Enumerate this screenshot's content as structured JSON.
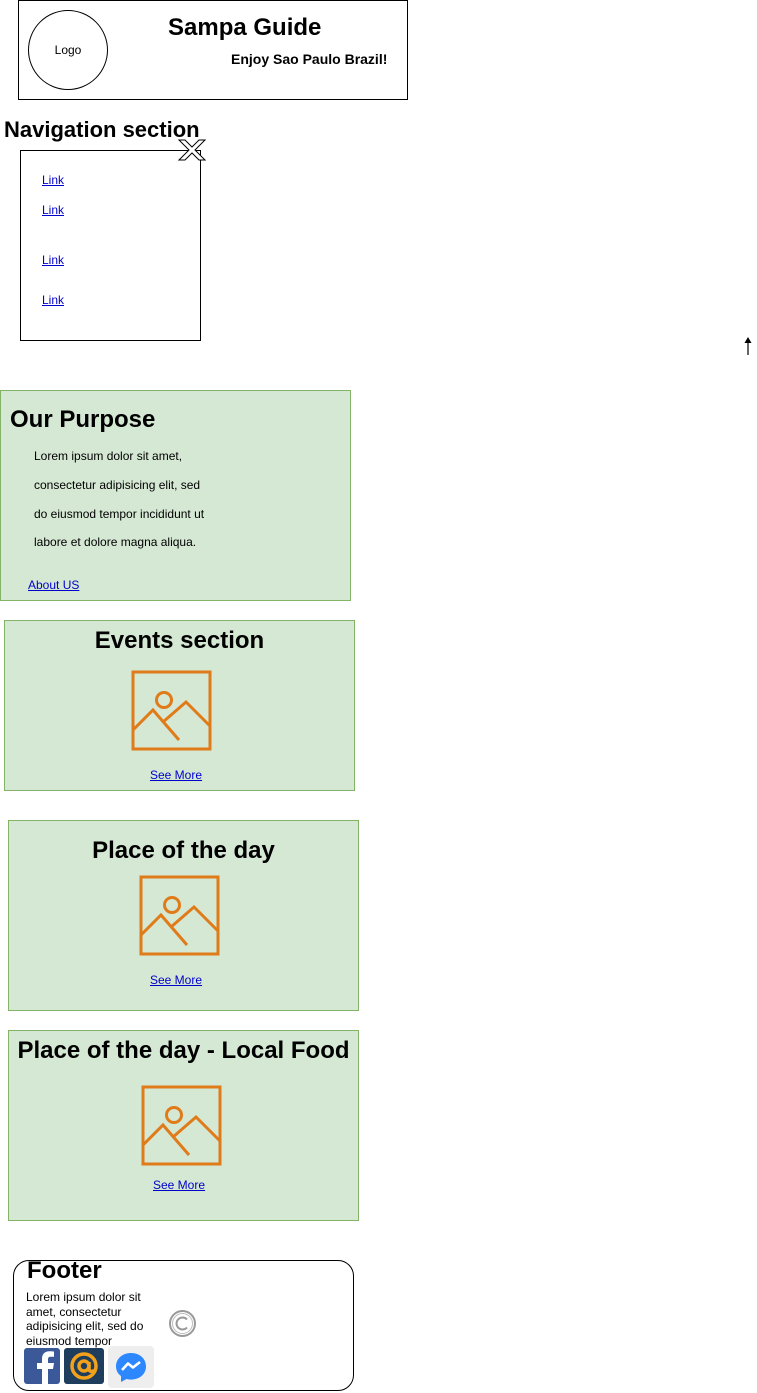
{
  "header": {
    "logo_label": "Logo",
    "title": "Sampa Guide",
    "tagline": "Enjoy Sao Paulo Brazil!"
  },
  "navigation": {
    "heading": "Navigation section",
    "links": [
      "Link",
      "Link",
      "Link",
      "Link"
    ],
    "close_icon": "close-x-icon"
  },
  "scroll_icon": "arrow-up-icon",
  "purpose": {
    "title": "Our Purpose",
    "lines": [
      "Lorem ipsum dolor sit amet,",
      "consectetur adipisicing elit, sed",
      "do eiusmod tempor incididunt ut",
      "labore et dolore magna aliqua."
    ],
    "link": "About US"
  },
  "events": {
    "title": "Events section",
    "image_icon": "image-placeholder-icon",
    "link": "See More"
  },
  "place": {
    "title": "Place of the day",
    "image_icon": "image-placeholder-icon",
    "link": "See More"
  },
  "food": {
    "title": "Place of the day - Local Food",
    "image_icon": "image-placeholder-icon",
    "link": "See More"
  },
  "footer": {
    "title": "Footer",
    "text": "Lorem ipsum dolor sit amet, consectetur adipisicing elit, sed do eiusmod tempor",
    "icons": [
      "copyright-icon",
      "facebook-icon",
      "email-icon",
      "messenger-icon"
    ]
  },
  "colors": {
    "section_fill": "#d5e8d4",
    "section_border": "#82b366",
    "image_icon": "#e07b1a",
    "link": "#0000cc"
  }
}
